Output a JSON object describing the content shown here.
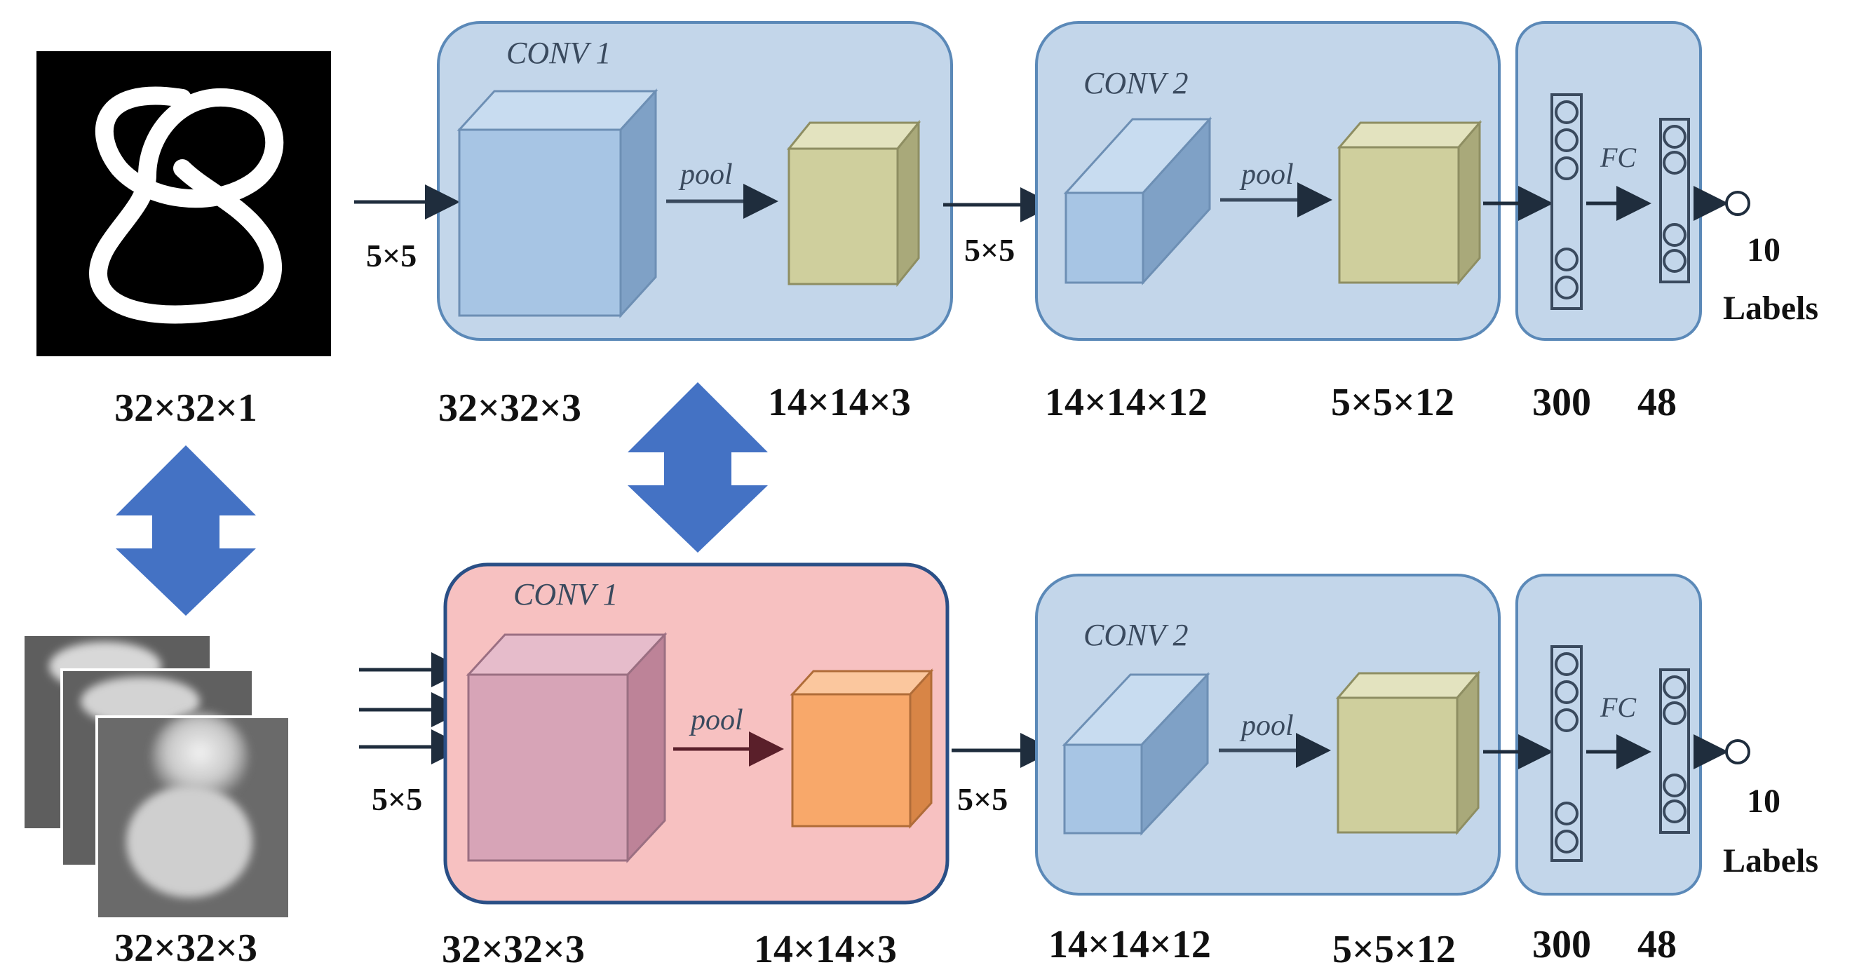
{
  "colors": {
    "panel_blue": "#c3d6ea",
    "panel_blue_border": "#5b89b8",
    "panel_pink": "#f7c1c1",
    "panel_pink_border": "#2a4f86",
    "cube_blue": "#a7c5e4",
    "cube_olive": "#cfcf9d",
    "cube_pink": "#d7a4b7",
    "cube_orange": "#f8a86a",
    "swap_arrow": "#4472c4",
    "arrow_dark": "#1f2d3d"
  },
  "top": {
    "input_dim": "32×32×1",
    "kernel1": "5×5",
    "conv1_title": "CONV 1",
    "pool1": "pool",
    "conv1_dim": "32×32×3",
    "pool1_dim": "14×14×3",
    "kernel2": "5×5",
    "conv2_title": "CONV 2",
    "pool2": "pool",
    "conv2_dim": "14×14×12",
    "pool2_dim": "5×5×12",
    "fc_label": "FC",
    "fc1_dim": "300",
    "fc2_dim": "48",
    "output_count": "10",
    "output_label": "Labels"
  },
  "bottom": {
    "input_dim": "32×32×3",
    "kernel1": "5×5",
    "conv1_title": "CONV 1",
    "pool1": "pool",
    "conv1_dim": "32×32×3",
    "pool1_dim": "14×14×3",
    "kernel2": "5×5",
    "conv2_title": "CONV 2",
    "pool2": "pool",
    "conv2_dim": "14×14×12",
    "pool2_dim": "5×5×12",
    "fc_label": "FC",
    "fc1_dim": "300",
    "fc2_dim": "48",
    "output_count": "10",
    "output_label": "Labels"
  }
}
